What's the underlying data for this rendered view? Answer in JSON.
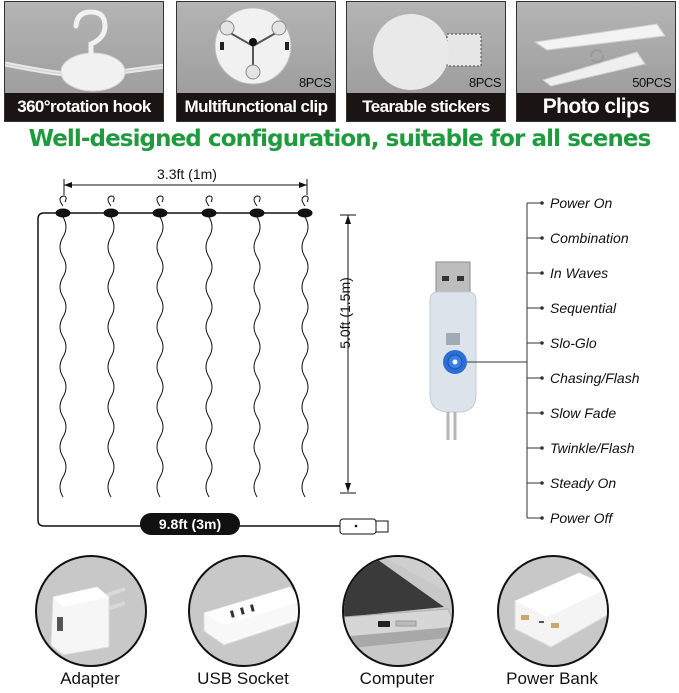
{
  "accessories": [
    {
      "label": "360°rotation hook",
      "quantity": "",
      "icon": "hook-icon"
    },
    {
      "label": "Multifunctional clip",
      "quantity": "8PCS",
      "icon": "clip-icon"
    },
    {
      "label": "Tearable stickers",
      "quantity": "8PCS",
      "icon": "sticker-icon"
    },
    {
      "label": "Photo clips",
      "quantity": "50PCS",
      "icon": "clothespin-icon"
    }
  ],
  "headline": "Well-designed configuration, suitable for all scenes",
  "diagram": {
    "width_label": "3.3ft (1m)",
    "height_label": "5.0ft (1.5m)",
    "cable_label": "9.8ft (3m)",
    "strands": 6
  },
  "controller": {
    "icon": "usb-controller-icon",
    "button_icon": "mode-button-icon"
  },
  "modes": [
    "Power On",
    "Combination",
    "In Waves",
    "Sequential",
    "Slo-Glo",
    "Chasing/Flash",
    "Slow Fade",
    "Twinkle/Flash",
    "Steady On",
    "Power Off"
  ],
  "power_sources": [
    {
      "label": "Adapter",
      "icon": "wall-adapter-icon"
    },
    {
      "label": "USB Socket",
      "icon": "power-strip-icon"
    },
    {
      "label": "Computer",
      "icon": "laptop-icon"
    },
    {
      "label": "Power Bank",
      "icon": "power-bank-icon"
    }
  ],
  "colors": {
    "headline_green": "#1f9a3e",
    "label_bar": "#1b1414",
    "card_gray": "#a9a9a9",
    "controller_blue": "#2b6fd6"
  }
}
